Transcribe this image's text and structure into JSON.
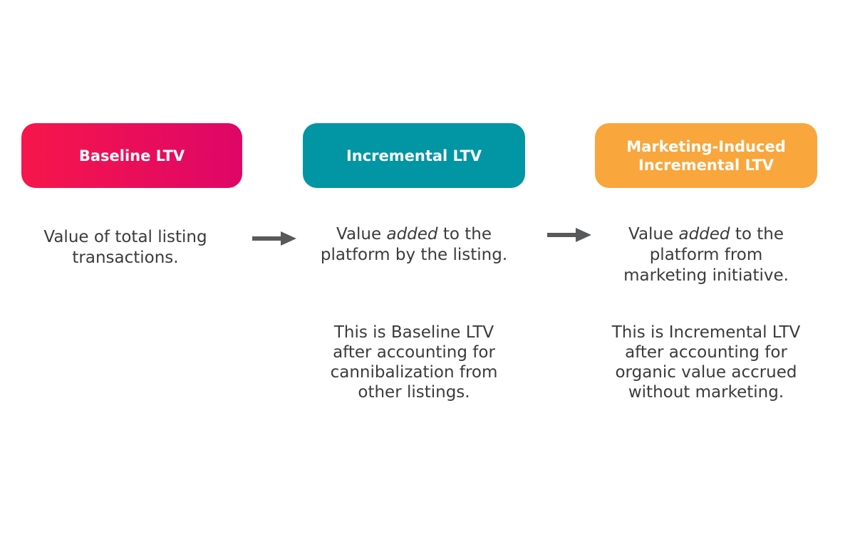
{
  "colors": {
    "background": "#FFFFFF",
    "baseline_box_gradient_start": "#F6164B",
    "baseline_box_gradient_end": "#DE0667",
    "incremental_box": "#0295A4",
    "marketing_box": "#F9A63D",
    "box_label_text": "#FFFFFF",
    "body_text": "#3B3B3B",
    "arrow": "#58595B"
  },
  "columns": [
    {
      "title": "Baseline LTV",
      "desc_pre": "Value of total listing",
      "desc_italic": "",
      "desc_post": "",
      "desc_rest": "transactions.",
      "detail": ""
    },
    {
      "title": "Incremental LTV",
      "desc_pre": "Value ",
      "desc_italic": "added",
      "desc_post": " to the",
      "desc_rest": "platform by the listing.",
      "detail": "This is Baseline LTV\nafter accounting for\ncannibalization from\nother listings."
    },
    {
      "title": "Marketing-Induced Incremental LTV",
      "desc_pre": "Value ",
      "desc_italic": "added",
      "desc_post": " to the",
      "desc_rest": "platform from\nmarketing initiative.",
      "detail": "This is Incremental LTV\nafter accounting for\norganic value accrued\nwithout marketing."
    }
  ],
  "icons": {
    "arrow_1": "arrow-right-icon",
    "arrow_2": "arrow-right-icon"
  }
}
